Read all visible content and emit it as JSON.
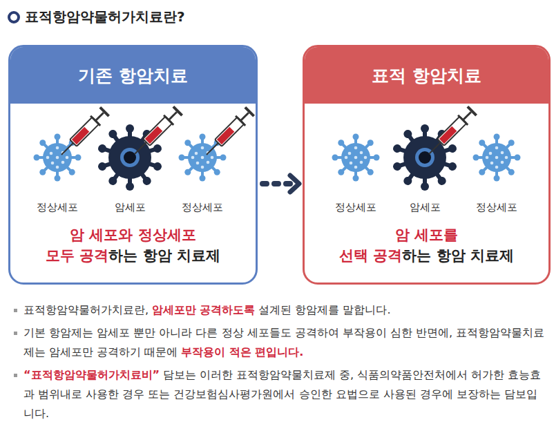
{
  "diagram": {
    "title": "표적항암약물허가치료란?",
    "nodes": [
      {
        "text": [
          "기존 항암치료",
          "암 세포와 정상세포",
          "모두 공격",
          "하는 항암 치료제"
        ]
      },
      {
        "text": [
          "표적 항암치료",
          "암 세포를",
          "선택 공격",
          "하는 항암 치료제"
        ]
      }
    ],
    "edges": [
      {
        "from": 0,
        "to": 1,
        "arrow": "to"
      }
    ],
    "labels": [
      "정상세포",
      "암세포",
      "정상세포",
      "정상세포",
      "암세포",
      "정상세포",
      "표적항암약물허가치료란,",
      "암세포만 공격하도록",
      "설계된 항암제를 말합니다.",
      "기본 항암제는 암세포 뿐만 아니라 다른 정상 세포들도 공격하여 부작용이 심한 반면에, 표적항암약물치료제는 암세포만 공격하기 때문에",
      "부작용이 적은 편입니다.",
      "“표적항암약물허가치료비”",
      "담보는 이러한 표적항암약물치료제 중, 식품의약품안전처에서 허가한 효능효과 범위내로 사용한 경우 또는 건강보험심사평가원에서 승인한 요법으로 사용된 경우에 보장하는 담보입니다."
    ]
  }
}
